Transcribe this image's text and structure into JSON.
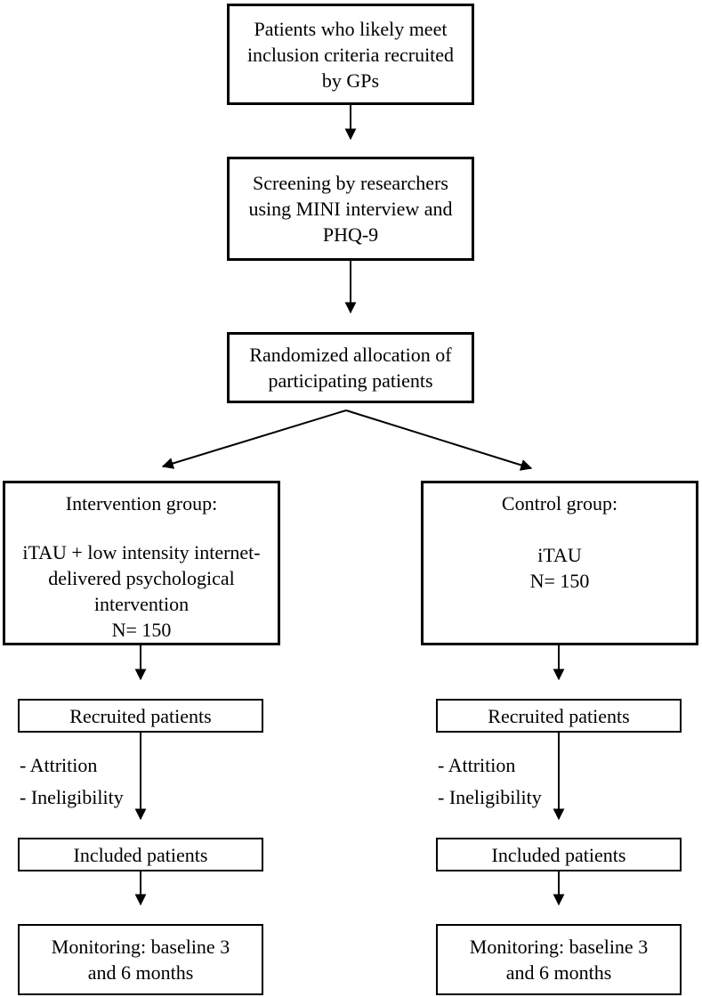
{
  "colors": {
    "border": "#000000",
    "text": "#000000",
    "background": "#ffffff"
  },
  "boxes": {
    "recruit": {
      "lines": [
        "Patients who likely meet",
        "inclusion criteria recruited",
        "by GPs"
      ]
    },
    "screening": {
      "lines": [
        "Screening by researchers",
        "using MINI interview and",
        "PHQ-9"
      ]
    },
    "randomization": {
      "lines": [
        "Randomized allocation of",
        "participating patients"
      ]
    },
    "intervention": {
      "title": "Intervention group:",
      "lines": [
        "iTAU + low intensity internet-",
        "delivered psychological",
        "intervention",
        "N= 150"
      ]
    },
    "control": {
      "title": "Control group:",
      "lines": [
        "iTAU",
        "N= 150"
      ]
    },
    "recruited_label": "Recruited patients",
    "included_label": "Included patients",
    "monitoring": {
      "lines": [
        "Monitoring: baseline 3",
        "and 6 months"
      ]
    }
  },
  "side_notes": {
    "attrition": "- Attrition",
    "ineligibility": "- Ineligibility"
  }
}
